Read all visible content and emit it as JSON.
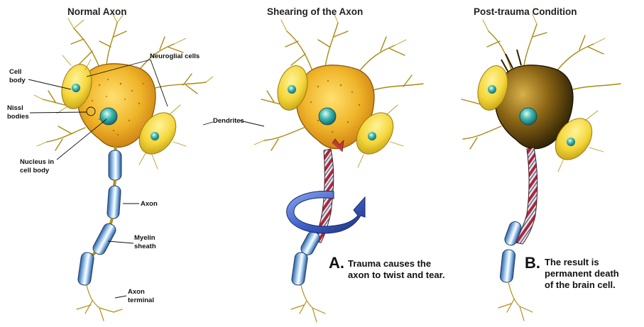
{
  "titles": {
    "normal": "Normal Axon",
    "shearing": "Shearing of the Axon",
    "post": "Post-trauma Condition"
  },
  "labels": {
    "cell_body_1": "Cell",
    "cell_body_2": "body",
    "neuroglial": "Neuroglial cells",
    "nissl_1": "Nissl",
    "nissl_2": "bodies",
    "dendrites": "Dendrites",
    "nucleus_1": "Nucleus in",
    "nucleus_2": "cell body",
    "axon": "Axon",
    "myelin_1": "Myelin",
    "myelin_2": "sheath",
    "terminal_1": "Axon",
    "terminal_2": "terminal"
  },
  "captions": {
    "a_letter": "A.",
    "a_line1": "Trauma causes the",
    "a_line2": "axon to twist and tear.",
    "b_letter": "B.",
    "b_line1": "The result is",
    "b_line2": "permanent death",
    "b_line3": "of the brain cell."
  },
  "colors": {
    "cell_yellow": "#f2d233",
    "cell_orange": "#e59a18",
    "dead_cell": "#3a2a08",
    "nucleus": "#1f9c9c",
    "myelin_blue": "#7fb0e0",
    "twist_red": "#b8303a",
    "arrow_blue": "#3a5fc8"
  }
}
